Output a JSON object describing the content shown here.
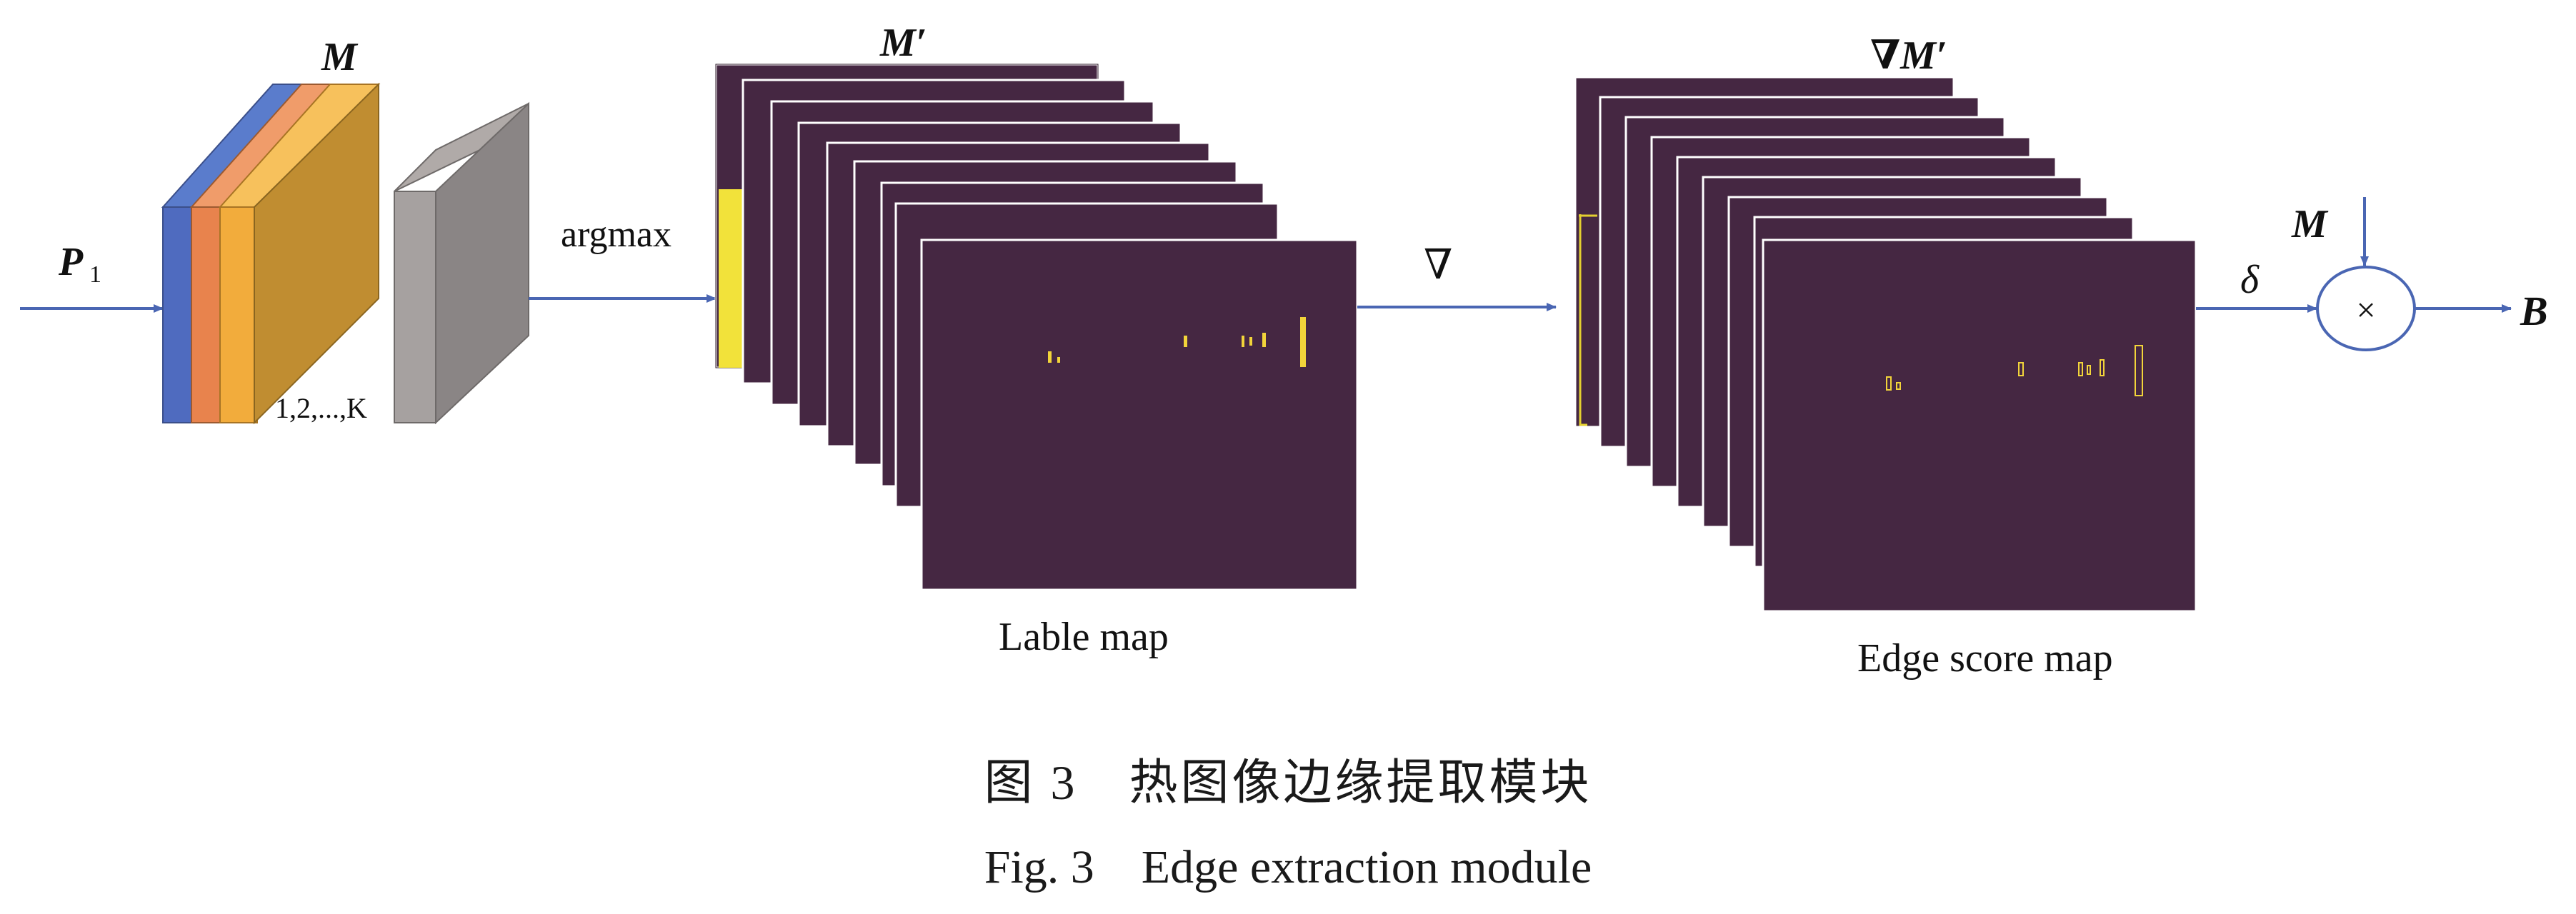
{
  "labels": {
    "input": "P",
    "input_sub": "1",
    "m_top": "M",
    "channel_index": "1,2,...,K",
    "argmax": "argmax",
    "m_prime": "M′",
    "grad_op": "∇",
    "grad_m_prime": "∇M′",
    "label_map": "Lable map",
    "edge_score_map": "Edge score map",
    "delta": "δ",
    "m_mult": "M",
    "times": "×",
    "output": "B"
  },
  "caption": {
    "chinese": "图 3　热图像边缘提取模块",
    "english": "Fig. 3　Edge extraction module"
  },
  "colors": {
    "arrow": "#4a66b3",
    "map_bg": "#452742",
    "edge": "#f2d43a",
    "layer_blue": "#4f6bbf",
    "layer_orange": "#e8834d",
    "layer_yellow": "#f2ac3c",
    "block_front": "#c08d31",
    "gray_front": "#8a8585"
  }
}
